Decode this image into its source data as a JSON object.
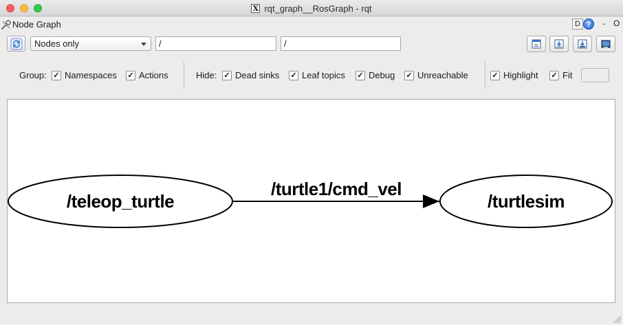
{
  "window": {
    "title": "rqt_graph__RosGraph - rqt"
  },
  "plugin": {
    "title": "Node Graph",
    "dock_d": "D",
    "help": "?",
    "dash": "-",
    "close_o": "O"
  },
  "toolbar": {
    "mode_selected": "Nodes only",
    "ns_filter_value": "/",
    "topic_filter_value": "/"
  },
  "group": {
    "label": "Group:",
    "namespaces": "Namespaces",
    "actions": "Actions"
  },
  "hide": {
    "label": "Hide:",
    "dead_sinks": "Dead sinks",
    "leaf_topics": "Leaf topics",
    "debug": "Debug",
    "unreachable": "Unreachable"
  },
  "view": {
    "highlight": "Highlight",
    "fit": "Fit"
  },
  "checkmark": "✓",
  "graph": {
    "nodes": [
      {
        "id": "teleop",
        "label": "/teleop_turtle"
      },
      {
        "id": "turtlesim",
        "label": "/turtlesim"
      }
    ],
    "edges": [
      {
        "from": "teleop",
        "to": "turtlesim",
        "label": "/turtle1/cmd_vel"
      }
    ]
  },
  "colors": {
    "traffic_close": "#fc605c",
    "traffic_min": "#fdbc40",
    "traffic_max": "#34c84a",
    "help_blue": "#1c5ed8"
  }
}
